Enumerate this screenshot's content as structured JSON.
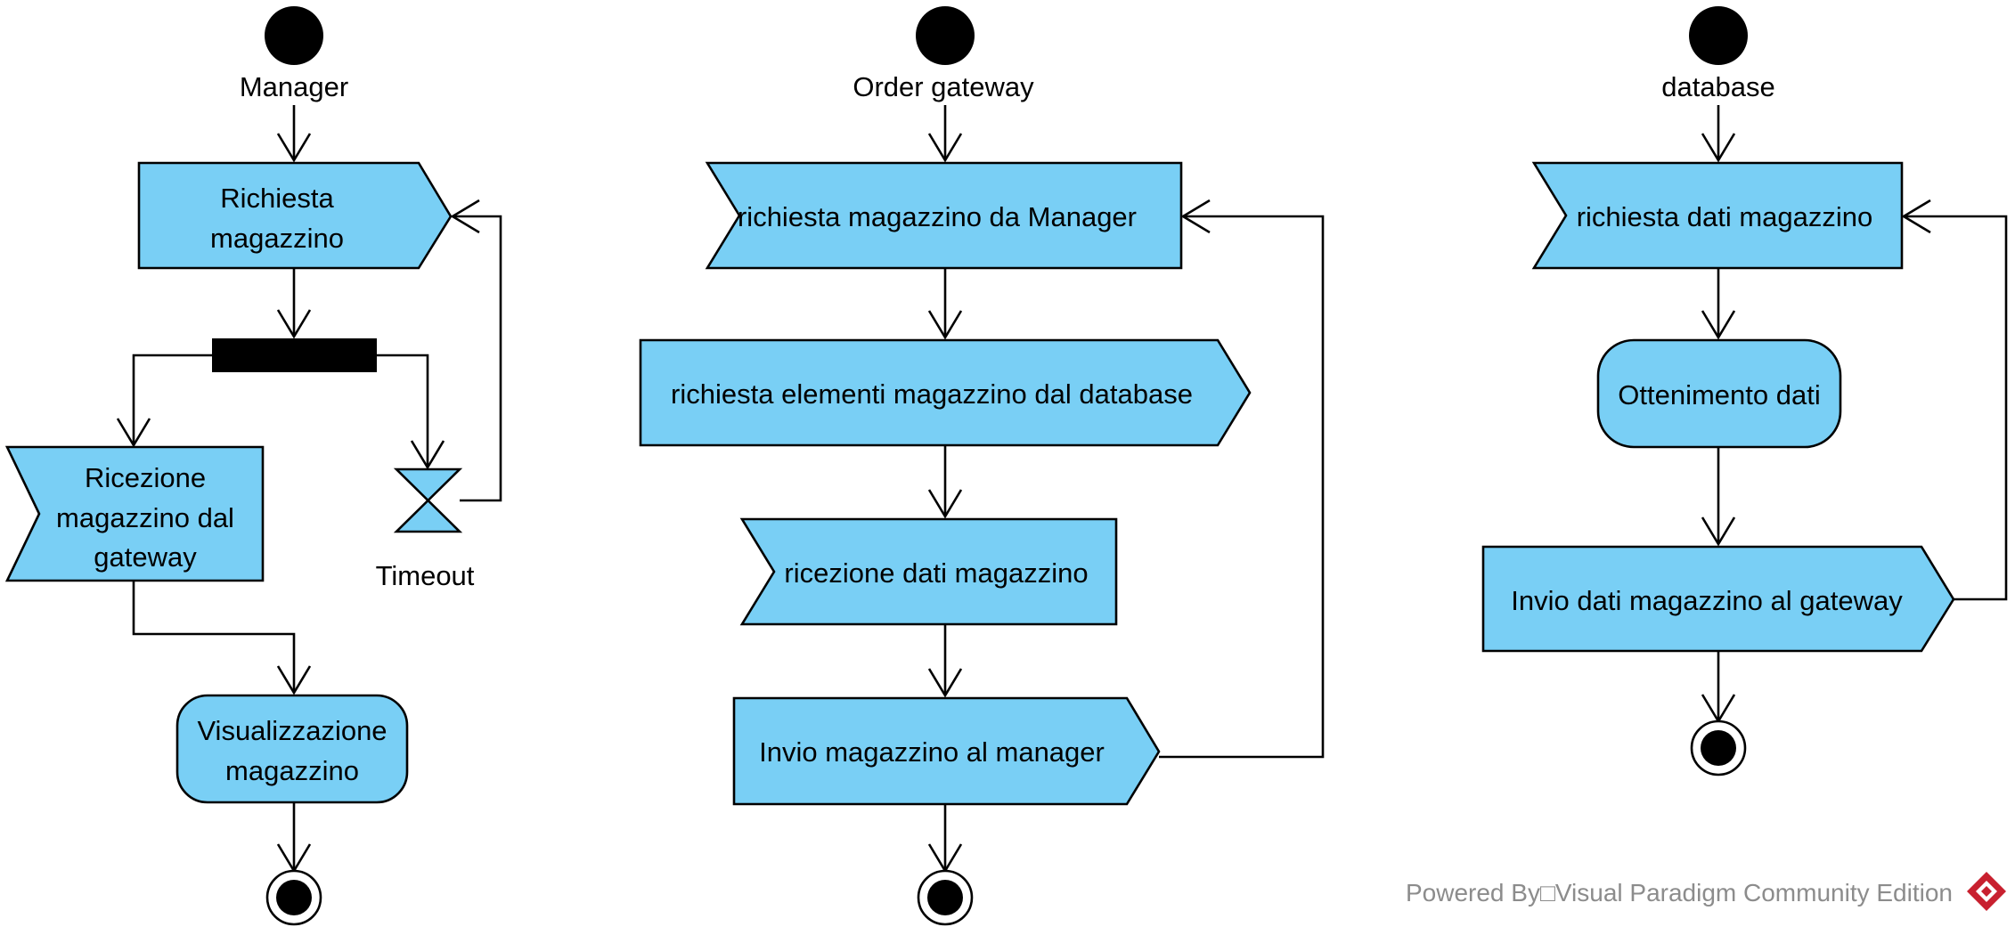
{
  "diagram": {
    "swimlanes": [
      {
        "title": "Manager",
        "nodes": {
          "request": [
            "Richiesta",
            "magazzino"
          ],
          "fork_bar": "",
          "receive": [
            "Ricezione",
            "magazzino dal",
            "gateway"
          ],
          "timeout_label": "Timeout",
          "display": [
            "Visualizzazione",
            "magazzino"
          ]
        }
      },
      {
        "title": "Order gateway",
        "nodes": {
          "receive_request": "richiesta magazzino da Manager",
          "send_db_request": "richiesta elementi magazzino dal database",
          "receive_data": "ricezione dati magazzino",
          "send_to_manager": "Invio magazzino al manager"
        }
      },
      {
        "title": "database",
        "nodes": {
          "receive_request": "richiesta dati magazzino",
          "fetch": "Ottenimento dati",
          "send_to_gateway": "Invio dati magazzino al gateway"
        }
      }
    ]
  },
  "watermark": {
    "text": "Powered By□Visual Paradigm Community Edition",
    "icon": "visual-paradigm-logo-icon"
  },
  "colors": {
    "node_fill": "#79cff5",
    "stroke": "#000000",
    "watermark_text": "#8c8c8c",
    "logo_red": "#c8202f"
  }
}
